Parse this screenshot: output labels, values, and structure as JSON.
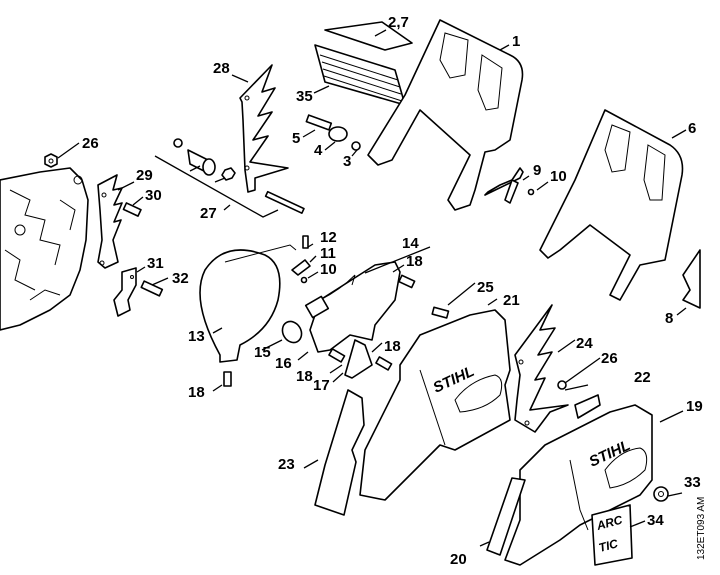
{
  "drawing_code": "132ET093 AM",
  "logo_text": "STIHL",
  "arctic_label": [
    "ARC",
    "TIC"
  ],
  "labels": [
    {
      "id": "p1",
      "text": "1"
    },
    {
      "id": "p27a",
      "text": "2,7"
    },
    {
      "id": "p3",
      "text": "3"
    },
    {
      "id": "p4",
      "text": "4"
    },
    {
      "id": "p5",
      "text": "5"
    },
    {
      "id": "p6",
      "text": "6"
    },
    {
      "id": "p8",
      "text": "8"
    },
    {
      "id": "p9",
      "text": "9"
    },
    {
      "id": "p10a",
      "text": "10"
    },
    {
      "id": "p10b",
      "text": "10"
    },
    {
      "id": "p11",
      "text": "11"
    },
    {
      "id": "p12",
      "text": "12"
    },
    {
      "id": "p13",
      "text": "13"
    },
    {
      "id": "p14",
      "text": "14"
    },
    {
      "id": "p15",
      "text": "15"
    },
    {
      "id": "p16",
      "text": "16"
    },
    {
      "id": "p17",
      "text": "17"
    },
    {
      "id": "p18a",
      "text": "18"
    },
    {
      "id": "p18b",
      "text": "18"
    },
    {
      "id": "p18c",
      "text": "18"
    },
    {
      "id": "p18d",
      "text": "18"
    },
    {
      "id": "p19",
      "text": "19"
    },
    {
      "id": "p20",
      "text": "20"
    },
    {
      "id": "p21",
      "text": "21"
    },
    {
      "id": "p22",
      "text": "22"
    },
    {
      "id": "p23",
      "text": "23"
    },
    {
      "id": "p24",
      "text": "24"
    },
    {
      "id": "p25",
      "text": "25"
    },
    {
      "id": "p26a",
      "text": "26"
    },
    {
      "id": "p26b",
      "text": "26"
    },
    {
      "id": "p27",
      "text": "27"
    },
    {
      "id": "p28",
      "text": "28"
    },
    {
      "id": "p29",
      "text": "29"
    },
    {
      "id": "p30",
      "text": "30"
    },
    {
      "id": "p31",
      "text": "31"
    },
    {
      "id": "p32",
      "text": "32"
    },
    {
      "id": "p33",
      "text": "33"
    },
    {
      "id": "p34",
      "text": "34"
    },
    {
      "id": "p35",
      "text": "35"
    }
  ]
}
